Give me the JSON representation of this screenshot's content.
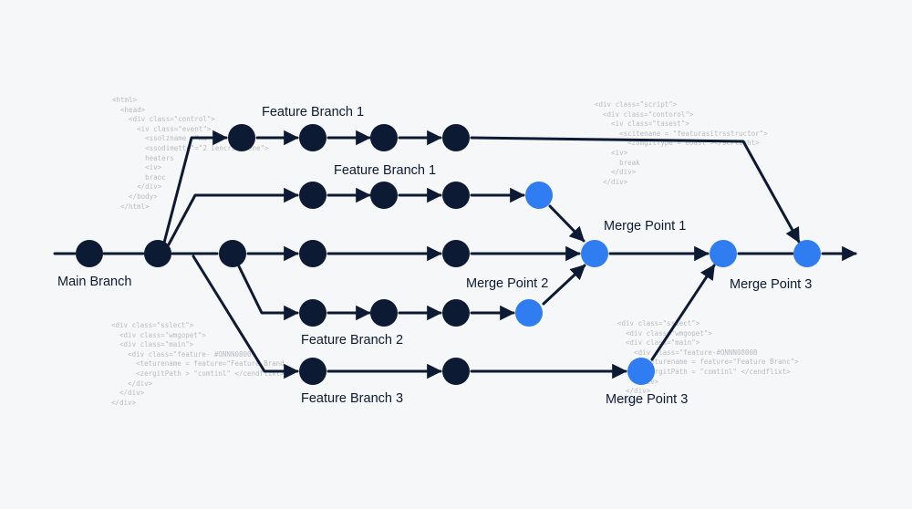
{
  "colors": {
    "background": "#f6f7f8",
    "commit": "#0d1a33",
    "merge": "#2f7df0",
    "line": "#0d1a33",
    "code": "#b9bdc3"
  },
  "labels": {
    "main_branch": "Main Branch",
    "feature_branch_1a": "Feature Branch 1",
    "feature_branch_1b": "Feature Branch 1",
    "feature_branch_2": "Feature Branch 2",
    "feature_branch_3": "Feature Branch 3",
    "merge_point_1": "Merge Point 1",
    "merge_point_2": "Merge Point 2",
    "merge_point_3a": "Merge Point 3",
    "merge_point_3b": "Merge Point 3"
  },
  "code_snippets": {
    "top_left": "<html>\n  <head>\n    <div class=\"control\">\n      <iv class=\"event\">\n        <ssolzname =\"ma\n        <ssodimette\"=\"2 iencrorerene\">\n        heaters\n        <iv>\n        braoc\n      </div>\n    </body>\n  </html>",
    "top_right": "<div class=\"script\">\n  <div class=\"contorol\">\n    <iv class=\"tasest\">\n      <scitenane = \"featurasitrsstructor\">\n        <zomgitType =\"eoast\"></scrlight>\n    <iv>\n      break\n    </div>\n  </div>",
    "bottom_left": "<div class=\"sslect\">\n  <div class=\"wmgopet\">\n  <div class=\"main\">\n    <div class=\"feature- #ONNN0800\n      <teturename = feature=\"Feature Brand\n      <zergitPath > \"comtinl\" </cendflixt>\n    </div>\n  </div>\n</div>",
    "bottom_right": "<div class=\"sslect\">\n  <div class=\"wmgopet\">\n  <div class=\"main\">\n    <div class=\"feature-#ONNN0800B\n      <teturename = feature=\"Feature Branc\">\n      <zergitPath = \"comtinl\" </cendflixt>\n    </div>\n  </div>\n</div>"
  }
}
